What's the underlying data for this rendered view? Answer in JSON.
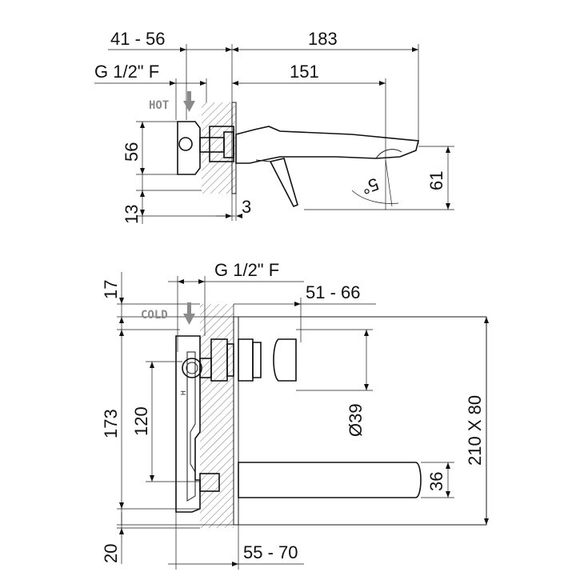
{
  "top_view": {
    "dim_41_56": "41 - 56",
    "dim_183": "183",
    "dim_g12f": "G 1/2\" F",
    "dim_151": "151",
    "label_hot": "HOT",
    "dim_56": "56",
    "dim_13": "13",
    "dim_3": "3",
    "dim_61": "61",
    "dim_angle": "5°"
  },
  "bottom_view": {
    "dim_17": "17",
    "dim_g12f": "G 1/2\" F",
    "dim_51_66": "51 - 66",
    "label_cold": "COLD",
    "dim_173": "173",
    "dim_120": "120",
    "dim_diameter": "Ø39",
    "dim_210x80": "210 X 80",
    "dim_36": "36",
    "dim_20": "20",
    "dim_55_70": "55 - 70",
    "small_marking": "H"
  },
  "colors": {
    "line": "#1a1a1a",
    "tag_gray": "#8a8a8a",
    "hatch": "#555555"
  }
}
